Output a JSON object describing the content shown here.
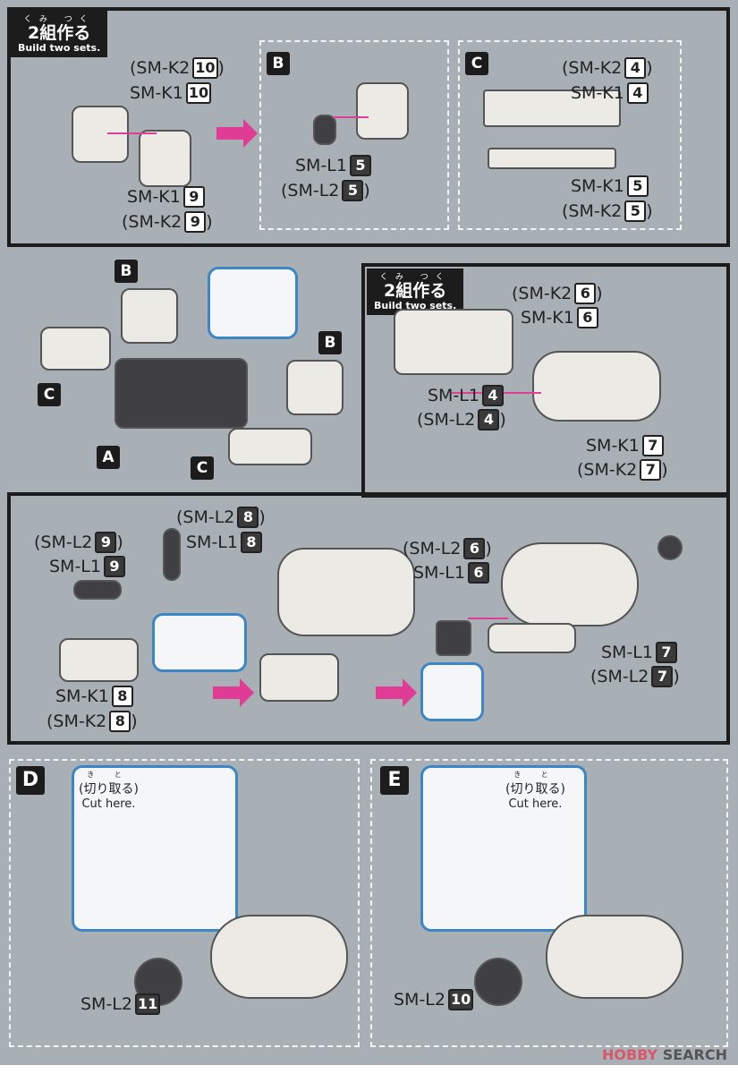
{
  "build_badge": {
    "furigana": "くみ つく",
    "japanese": "2組作る",
    "english": "Build two sets."
  },
  "cut_here": {
    "furigana": "き と",
    "japanese": "(切り取る)",
    "english": "Cut here."
  },
  "badges": {
    "b": "B",
    "c": "C",
    "a": "A",
    "d": "D",
    "e": "E"
  },
  "labels": [
    {
      "text": "(SM-K2",
      "num": "10",
      "close": ")"
    },
    {
      "text": "SM-K1",
      "num": "10"
    },
    {
      "text": "SM-K1",
      "num": "9"
    },
    {
      "text": "(SM-K2",
      "num": "9",
      "close": ")"
    },
    {
      "text": "SM-L1",
      "num": "5"
    },
    {
      "text": "(SM-L2",
      "num": "5",
      "close": ")"
    },
    {
      "text": "(SM-K2",
      "num": "4",
      "close": ")"
    },
    {
      "text": "SM-K1",
      "num": "4"
    },
    {
      "text": "SM-K1",
      "num": "5"
    },
    {
      "text": "(SM-K2",
      "num": "5",
      "close": ")"
    },
    {
      "text": "(SM-K2",
      "num": "6",
      "close": ")"
    },
    {
      "text": "SM-K1",
      "num": "6"
    },
    {
      "text": "SM-L1",
      "num": "4"
    },
    {
      "text": "(SM-L2",
      "num": "4",
      "close": ")"
    },
    {
      "text": "SM-K1",
      "num": "7"
    },
    {
      "text": "(SM-K2",
      "num": "7",
      "close": ")"
    },
    {
      "text": "(SM-L2",
      "num": "8",
      "close": ")"
    },
    {
      "text": "SM-L1",
      "num": "8"
    },
    {
      "text": "(SM-L2",
      "num": "9",
      "close": ")"
    },
    {
      "text": "SM-L1",
      "num": "9"
    },
    {
      "text": "SM-K1",
      "num": "8"
    },
    {
      "text": "(SM-K2",
      "num": "8",
      "close": ")"
    },
    {
      "text": "(SM-L2",
      "num": "6",
      "close": ")"
    },
    {
      "text": "SM-L1",
      "num": "6"
    },
    {
      "text": "SM-L1",
      "num": "7"
    },
    {
      "text": "(SM-L2",
      "num": "7",
      "close": ")"
    },
    {
      "text": "SM-L2",
      "num": "11"
    },
    {
      "text": "SM-L2",
      "num": "10"
    }
  ],
  "watermark": {
    "hobby": "HOBBY",
    "search": "SEARCH"
  },
  "colors": {
    "arrow": "#e03c95",
    "callout": "#3d86c6",
    "background": "#a9b0b5"
  }
}
